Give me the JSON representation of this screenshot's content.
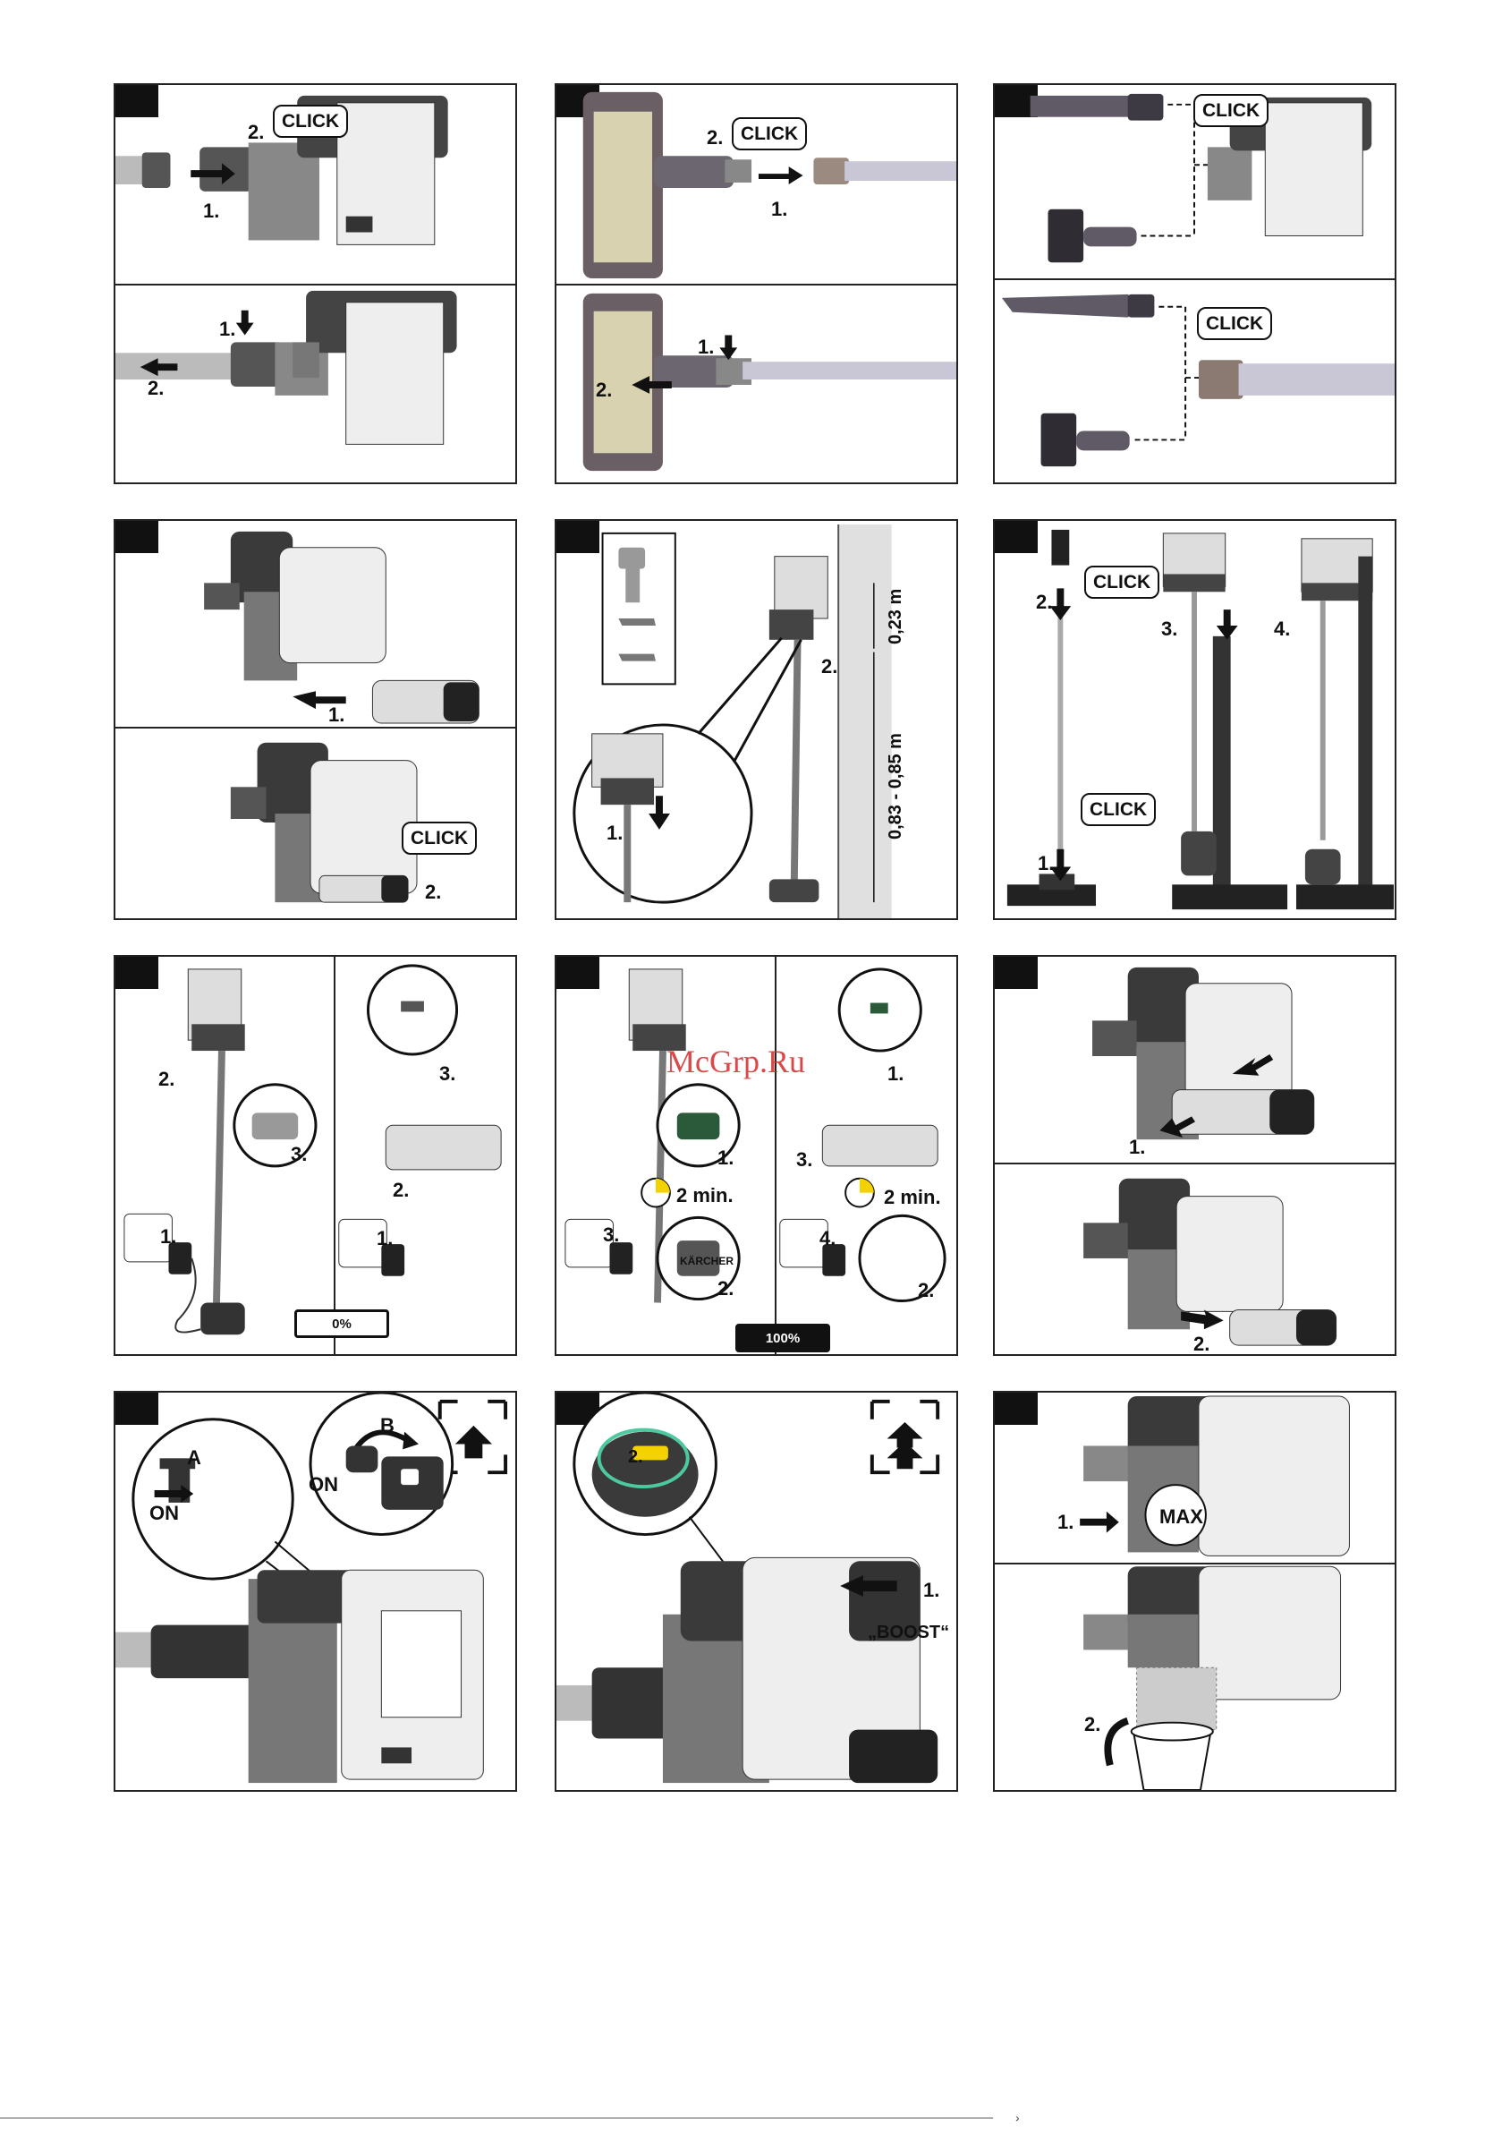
{
  "labels": {
    "step1": "1.",
    "step2": "2.",
    "step3": "3.",
    "step4": "4.",
    "click": "CLICK",
    "on": "ON",
    "a": "A",
    "b": "B",
    "max": "MAX",
    "boost": "„BOOST“",
    "two_min": "2 min.",
    "height_top": "0,23 m",
    "height_range": "0,83 - 0,85 m",
    "battery_empty": "0%",
    "battery_full": "100%",
    "brand": "KÄRCHER"
  },
  "watermark": "McGrp.Ru",
  "footer_mark": "›"
}
